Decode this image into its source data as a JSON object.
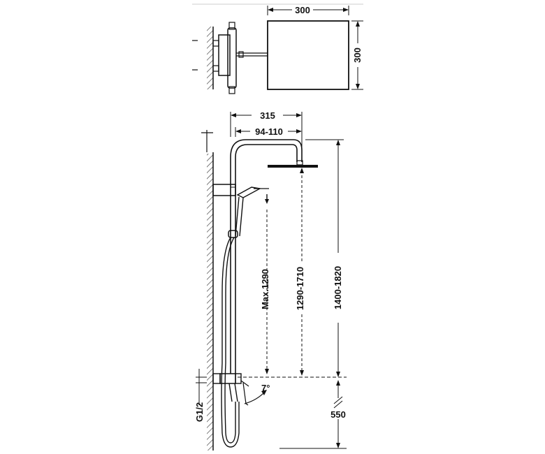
{
  "dimensions": {
    "top_width": "300",
    "top_height": "300",
    "arm_length": "315",
    "arm_range": "94-110",
    "max_height": "Max.1290",
    "mid_range": "1290-1710",
    "total_range": "1400-1820",
    "bottom_height": "550",
    "connection": "G1/2",
    "angle": "7°"
  },
  "colors": {
    "line": "#111111",
    "background": "#ffffff",
    "wall": "#444444"
  }
}
